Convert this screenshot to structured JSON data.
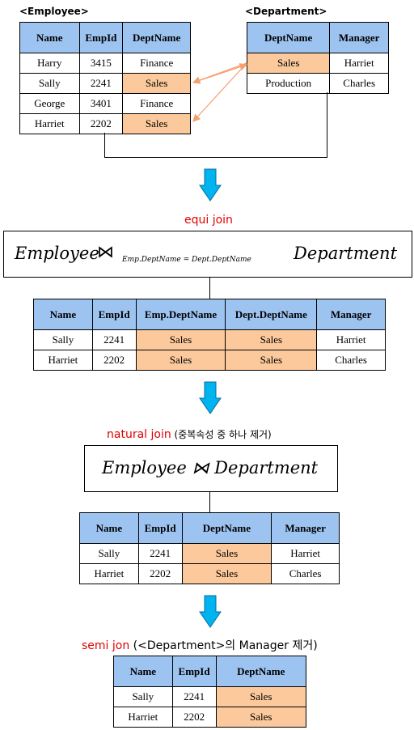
{
  "employee": {
    "caption": "<Employee>",
    "headers": [
      "Name",
      "EmpId",
      "DeptName"
    ],
    "rows": [
      [
        "Harry",
        "3415",
        "Finance"
      ],
      [
        "Sally",
        "2241",
        "Sales"
      ],
      [
        "George",
        "3401",
        "Finance"
      ],
      [
        "Harriet",
        "2202",
        "Sales"
      ]
    ]
  },
  "department": {
    "caption": "<Department>",
    "headers": [
      "DeptName",
      "Manager"
    ],
    "rows": [
      [
        "Sales",
        "Harriet"
      ],
      [
        "Production",
        "Charles"
      ]
    ]
  },
  "equi": {
    "label_red": "equi join",
    "formula_left": "Employee",
    "formula_join": "⋈",
    "formula_sub": "Emp.DeptName = Dept.DeptName",
    "formula_right": "Department",
    "headers": [
      "Name",
      "EmpId",
      "Emp.DeptName",
      "Dept.DeptName",
      "Manager"
    ],
    "rows": [
      [
        "Sally",
        "2241",
        "Sales",
        "Sales",
        "Harriet"
      ],
      [
        "Harriet",
        "2202",
        "Sales",
        "Sales",
        "Charles"
      ]
    ]
  },
  "natural": {
    "label_red": "natural join",
    "label_rest": " (중복속성 중 하나 제거)",
    "formula": "Employee ⋈ Department",
    "headers": [
      "Name",
      "EmpId",
      "DeptName",
      "Manager"
    ],
    "rows": [
      [
        "Sally",
        "2241",
        "Sales",
        "Harriet"
      ],
      [
        "Harriet",
        "2202",
        "Sales",
        "Charles"
      ]
    ]
  },
  "semi": {
    "label_red": "semi jon",
    "label_rest": " (<Department>의 Manager 제거)",
    "headers": [
      "Name",
      "EmpId",
      "DeptName"
    ],
    "rows": [
      [
        "Sally",
        "2241",
        "Sales"
      ],
      [
        "Harriet",
        "2202",
        "Sales"
      ]
    ]
  },
  "colors": {
    "header_fill": "#9dc3f0",
    "highlight_fill": "#fbc99b",
    "arrow_orange": "#f4a070",
    "arrow_cyan": "#00b4f0",
    "label_red": "#e00000"
  }
}
